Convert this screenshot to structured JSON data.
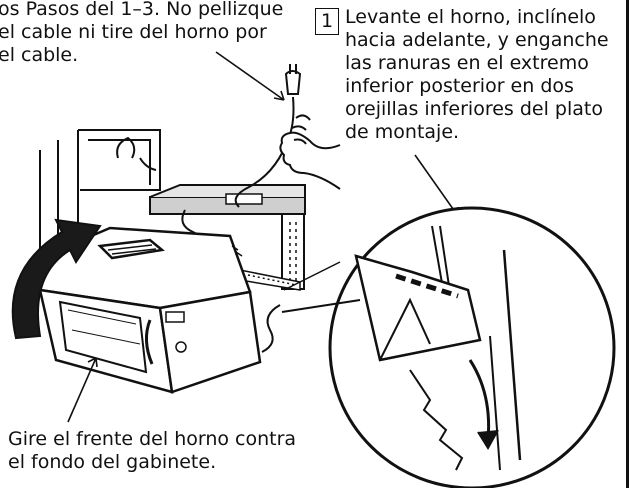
{
  "instructions": {
    "intro_lines": [
      "os Pasos del 1–3. No pellizque",
      "el cable ni tire del horno por",
      "el cable."
    ],
    "step_number": "1",
    "step_lines": [
      "Levante el horno, inclínelo",
      "hacia adelante, y enganche",
      "las ranuras en el extremo",
      "inferior posterior en dos",
      "orejillas inferiores del plato",
      "de montaje."
    ],
    "caption_lines": [
      "Gire el frente del horno contra",
      "el fondo del gabinete."
    ]
  },
  "colors": {
    "ink": "#111111",
    "shelf": "#cfcfcf",
    "arrow_fill": "#1a1a1a"
  }
}
